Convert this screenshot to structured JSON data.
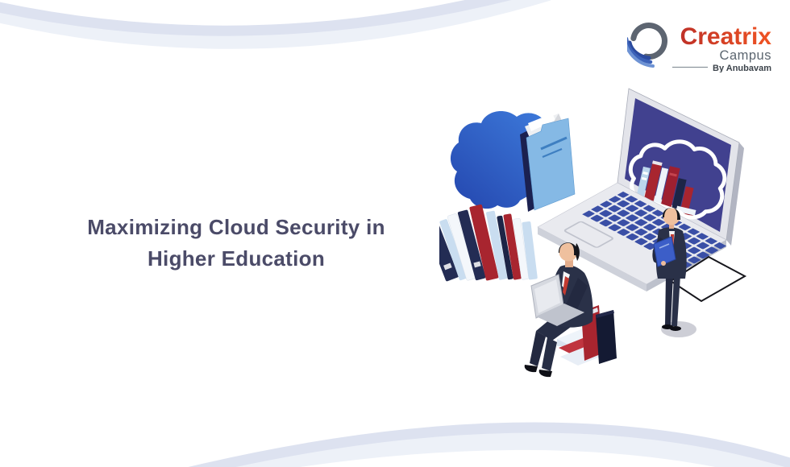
{
  "logo": {
    "brand": "Creatrix",
    "campus": "Campus",
    "byline": "By Anubavam",
    "brand_gradient_start": "#bf3127",
    "brand_gradient_end": "#f05423",
    "campus_color": "#5c6670",
    "byline_color": "#3c434b",
    "icon": "creatrix-swoosh-logo"
  },
  "hero": {
    "title_line1": "Maximizing Cloud Security in",
    "title_line2": "Higher Education",
    "title_color": "#4b4b68"
  },
  "decor": {
    "band_main": "#dde2f0",
    "band_soft": "#edf1f8"
  },
  "illustration": {
    "label": "cloud-security-isometric-illustration",
    "elements": [
      "blue-cloud",
      "file-folder",
      "laptop-with-cloud-of-books-on-screen",
      "row-of-books",
      "businessman-sitting-on-books-with-laptop",
      "businessman-standing-with-clipboard",
      "floor-diamond-outline"
    ],
    "colors": {
      "cloud_blue_start": "#2446ae",
      "cloud_blue_end": "#3f7ede",
      "screen_indigo": "#41418f",
      "key_blue": "#3a4fa6",
      "folder_blue": "#85b9e5",
      "book_red": "#a8252f",
      "book_navy": "#1d2547",
      "book_light": "#c9ddf0",
      "suit_dark": "#2a3148",
      "tie_red": "#c23a30",
      "laptop_gray": "#e9eaef",
      "clipboard_blue": "#3c5ec8"
    }
  }
}
